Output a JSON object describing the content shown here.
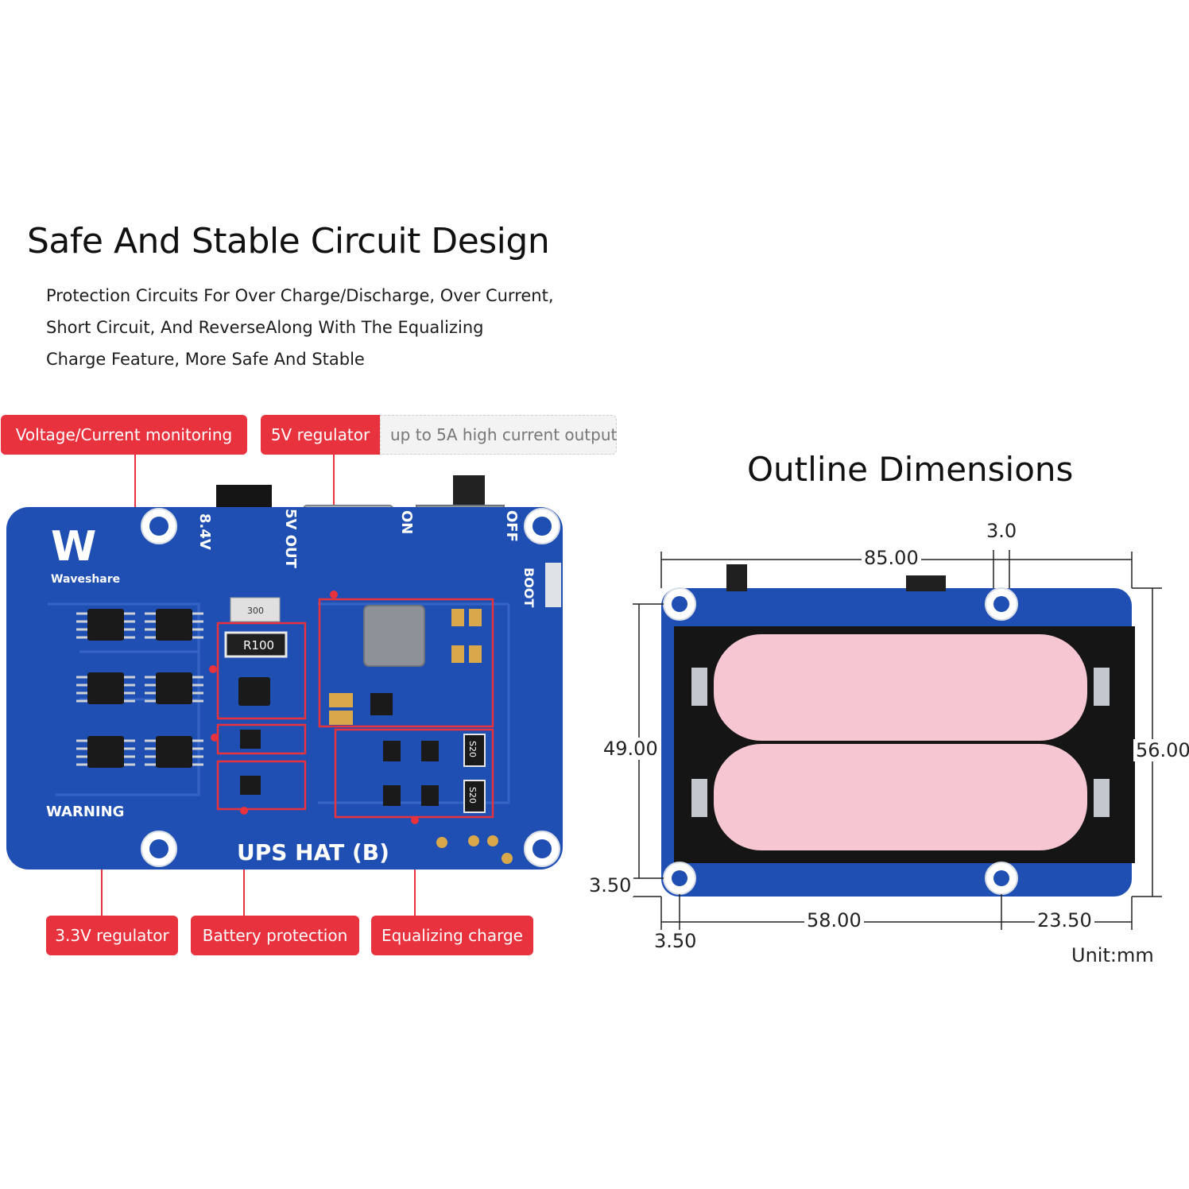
{
  "heading": {
    "title": "Safe And Stable Circuit Design",
    "description_lines": [
      "Protection Circuits For Over Charge/Discharge, Over Current,",
      "Short Circuit, And ReverseAlong With The Equalizing",
      "Charge Feature, More Safe And Stable"
    ]
  },
  "callouts": {
    "voltage_current": "Voltage/Current monitoring",
    "regulator_5v": "5V regulator",
    "regulator_5v_note": "up to 5A high current output",
    "regulator_3v3": "3.3V regulator",
    "battery_protection": "Battery protection",
    "equalizing_charge": "Equalizing charge"
  },
  "board": {
    "brand": "Waveshare",
    "model": "UPS HAT (B)",
    "warning": "WARNING",
    "silk_8v4": "8.4V",
    "silk_5vout": "5V OUT",
    "silk_on": "ON",
    "silk_off": "OFF",
    "silk_boot": "BOOT",
    "resistor_marking": "R100",
    "cap_marking": "300",
    "diode_marking": "S20"
  },
  "outline": {
    "title": "Outline Dimensions",
    "width": "85.00",
    "hole_diameter": "3.0",
    "hole_spacing_v": "49.00",
    "height": "56.00",
    "edge_offset_v": "3.50",
    "edge_offset_h": "3.50",
    "hole_spacing_h": "58.00",
    "right_offset": "23.50",
    "unit": "Unit:mm"
  },
  "colors": {
    "pcb": "#1f4fb3",
    "callout": "#e8323d",
    "battery": "#f6c7d3"
  }
}
